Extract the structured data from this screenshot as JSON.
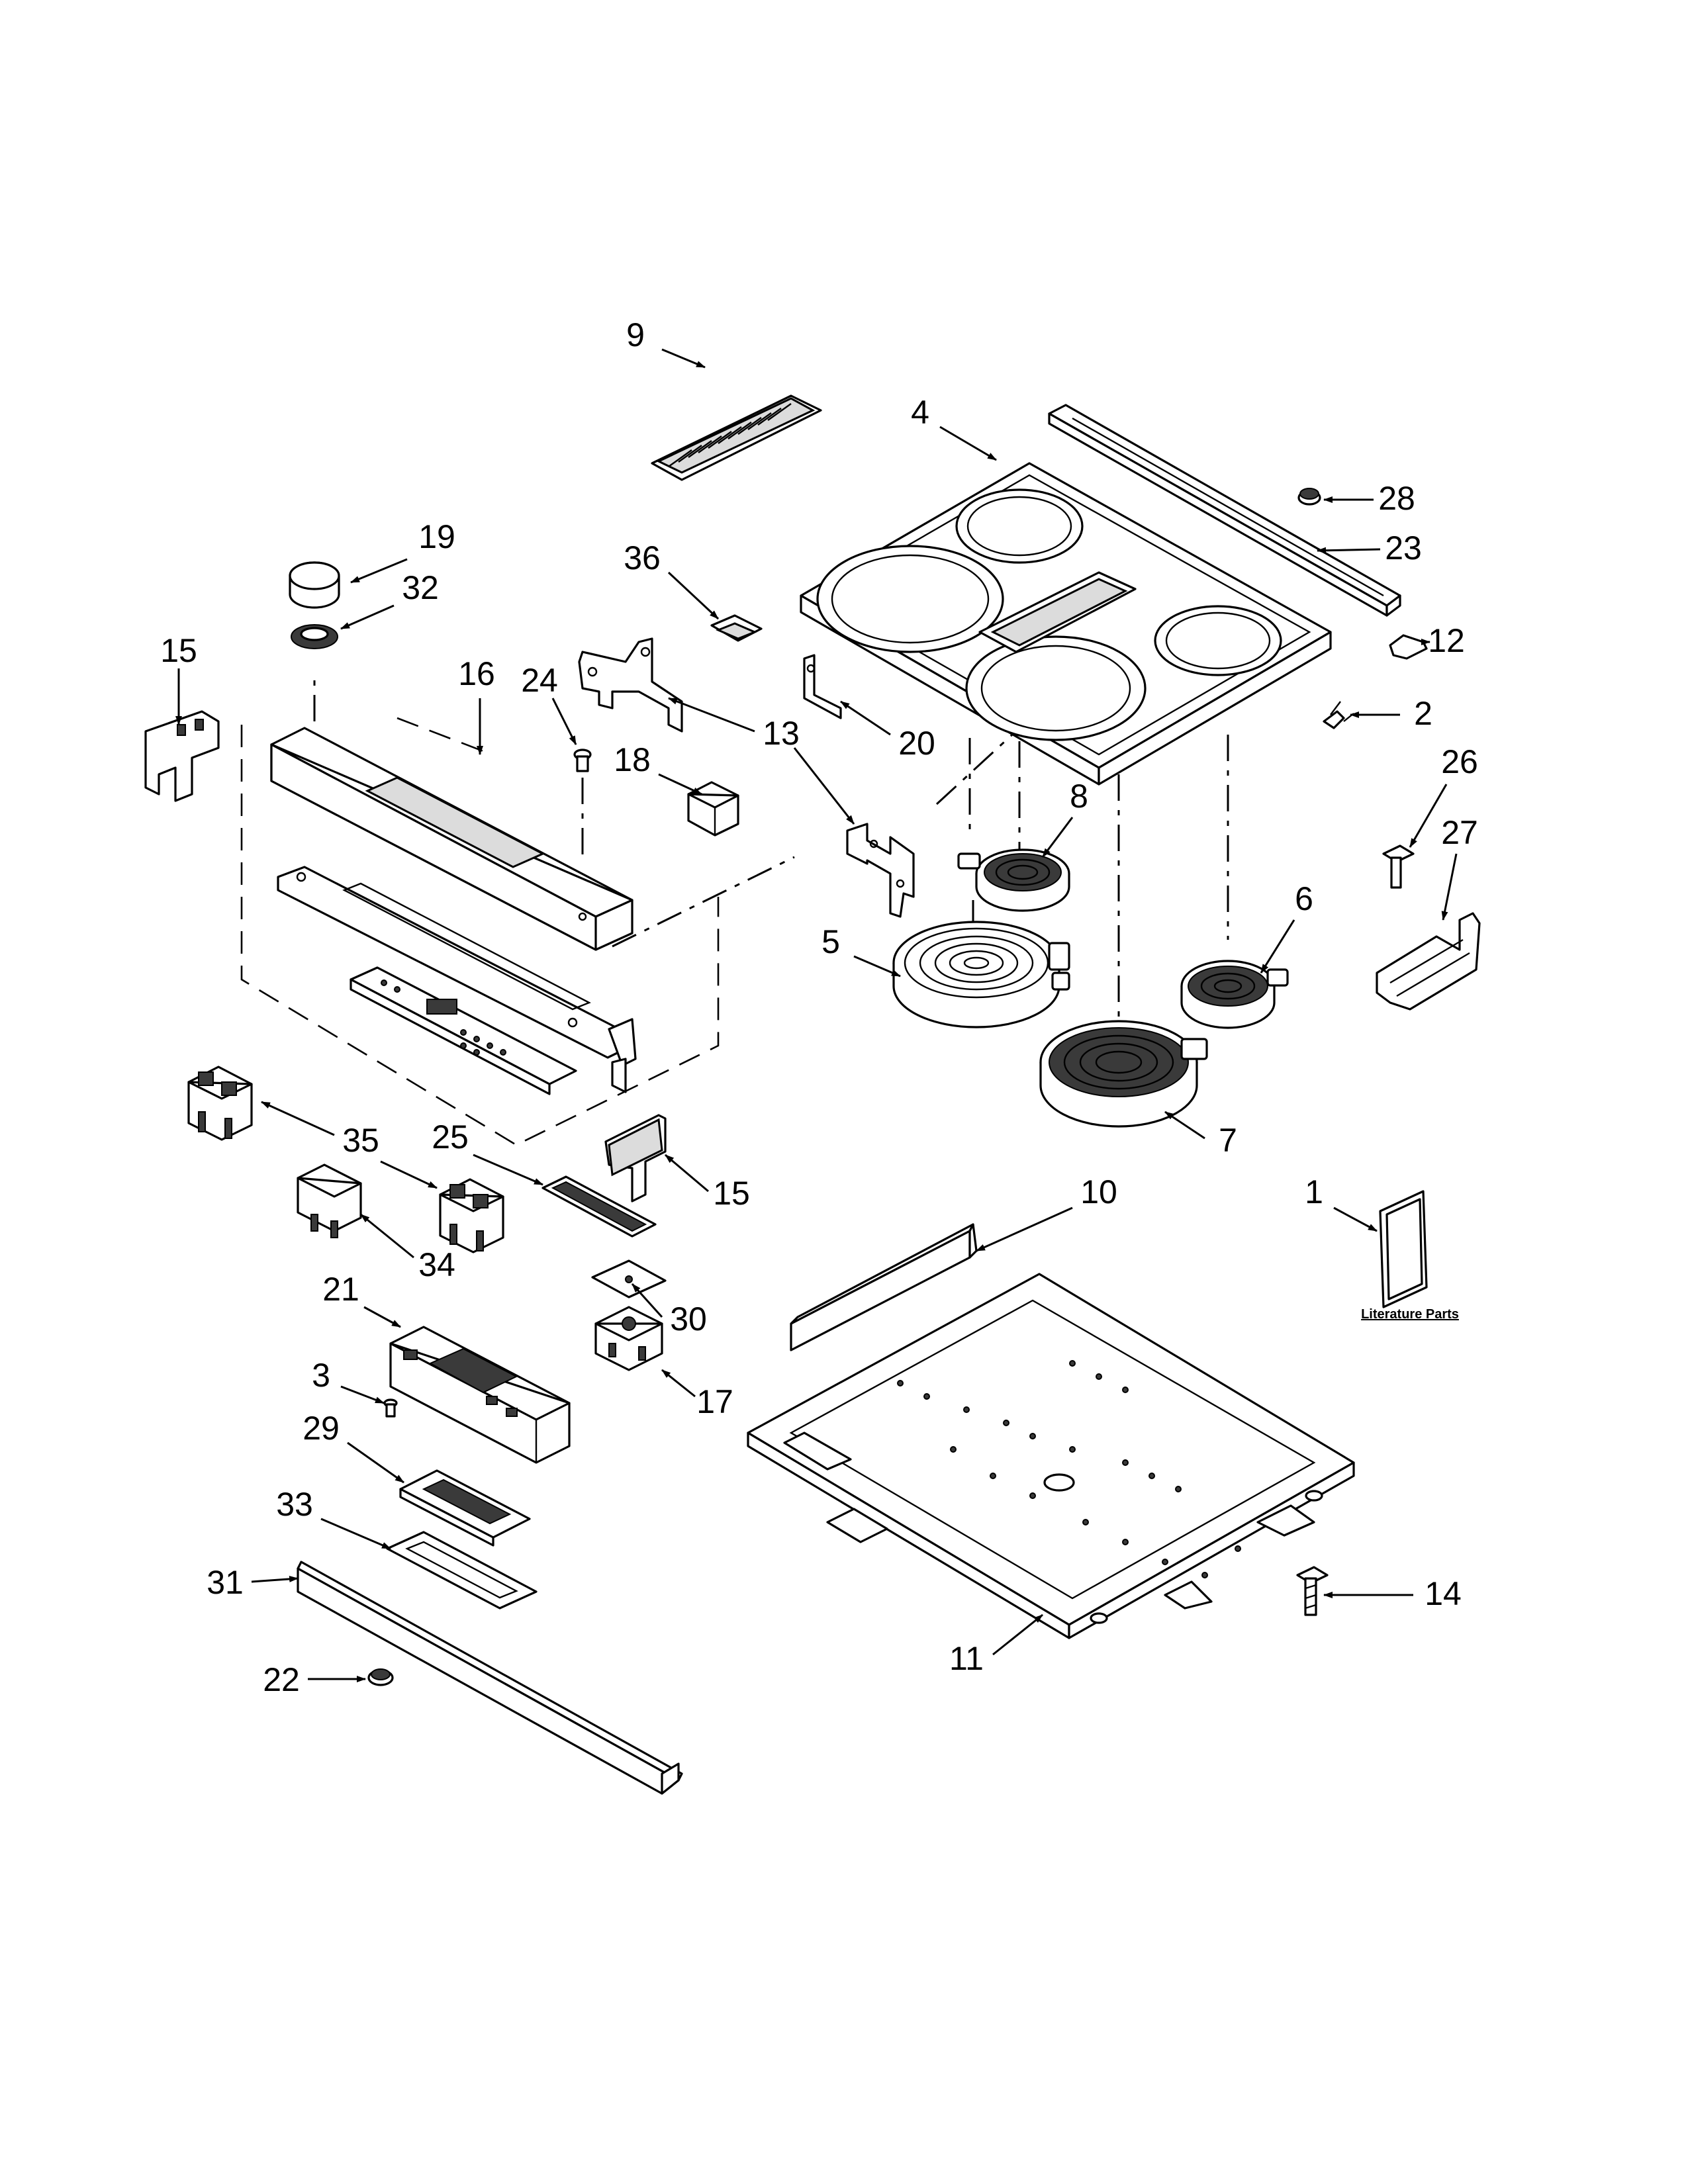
{
  "literature_label": "Literature Parts",
  "callouts": [
    "1",
    "2",
    "3",
    "4",
    "5",
    "6",
    "7",
    "8",
    "9",
    "10",
    "11",
    "12",
    "13",
    "13",
    "14",
    "15",
    "15",
    "16",
    "17",
    "18",
    "19",
    "20",
    "21",
    "22",
    "23",
    "24",
    "25",
    "26",
    "27",
    "28",
    "29",
    "30",
    "31",
    "32",
    "33",
    "34",
    "35",
    "36"
  ],
  "colors": {
    "line": "#000000",
    "background": "#ffffff"
  }
}
